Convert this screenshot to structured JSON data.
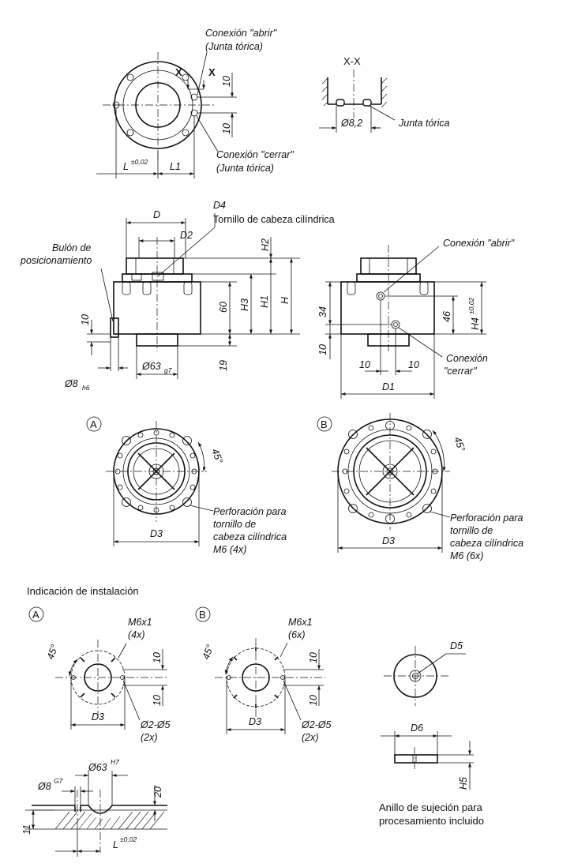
{
  "top_view": {
    "conn_open": [
      "Conexión \"abrir\"",
      "(Junta tórica)"
    ],
    "conn_close": [
      "Conexión \"cerrar\"",
      "(Junta tórica)"
    ],
    "section_mark": "X",
    "dim_10": "10",
    "dim_L": "L",
    "dim_L_tol": "±0,02",
    "dim_L1": "L1"
  },
  "section_xx": {
    "title": "X-X",
    "dim_d": "Ø8,2",
    "oring_label": "Junta tórica"
  },
  "side_view_a": {
    "dim_D": "D",
    "dim_D2": "D2",
    "label_D4": "D4",
    "label_screw": "Tornillo de cabeza cilíndrica",
    "pin_label": [
      "Bulón de",
      "posicionamiento"
    ],
    "dim_H2": "H2",
    "dim_H3": "H3",
    "dim_H1": "H1",
    "dim_H": "H",
    "dim_60": "60",
    "dim_19": "19",
    "dim_10": "10",
    "dim_63": "Ø63",
    "dim_63_tol": "g7",
    "dim_8": "Ø8",
    "dim_8_tol": "h6"
  },
  "side_view_b": {
    "conn_open": "Conexión \"abrir\"",
    "conn_close": [
      "Conexión",
      "\"cerrar\""
    ],
    "dim_34": "34",
    "dim_10_left": "10",
    "dim_46": "46",
    "dim_H4": "H4",
    "dim_H4_tol": "±0,02",
    "dim_10a": "10",
    "dim_10b": "10",
    "dim_D1": "D1"
  },
  "bottom_a": {
    "marker": "A",
    "angle": "45°",
    "dim_D3": "D3",
    "bore_label": [
      "Perforación para",
      "tornillo de",
      "cabeza cilíndrica",
      "M6 (4x)"
    ]
  },
  "bottom_b": {
    "marker": "B",
    "angle": "45°",
    "dim_D3": "D3",
    "bore_label": [
      "Perforación para",
      "tornillo de",
      "cabeza cilíndrica",
      "M6 (6x)"
    ]
  },
  "install": {
    "heading": "Indicación de instalación",
    "a": {
      "marker": "A",
      "thread": [
        "M6x1",
        "(4x)"
      ],
      "angle": "45°",
      "dim_10a": "10",
      "dim_10b": "10",
      "dim_D3": "D3",
      "bores": [
        "Ø2-Ø5",
        "(2x)"
      ]
    },
    "b": {
      "marker": "B",
      "thread": [
        "M6x1",
        "(6x)"
      ],
      "angle": "45°",
      "dim_10a": "10",
      "dim_10b": "10",
      "dim_D3": "D3",
      "bores": [
        "Ø2-Ø5",
        "(2x)"
      ]
    },
    "section": {
      "dim_63": "Ø63",
      "dim_63_tol": "H7",
      "dim_8": "Ø8",
      "dim_8_tol": "G7",
      "dim_20": "20",
      "dim_11": "11",
      "dim_L": "L",
      "dim_L_tol": "±0,02"
    }
  },
  "ring": {
    "dim_D5": "D5",
    "dim_D6": "D6",
    "dim_H5": "H5",
    "caption": [
      "Anillo de sujeción para",
      "procesamiento incluido"
    ]
  }
}
